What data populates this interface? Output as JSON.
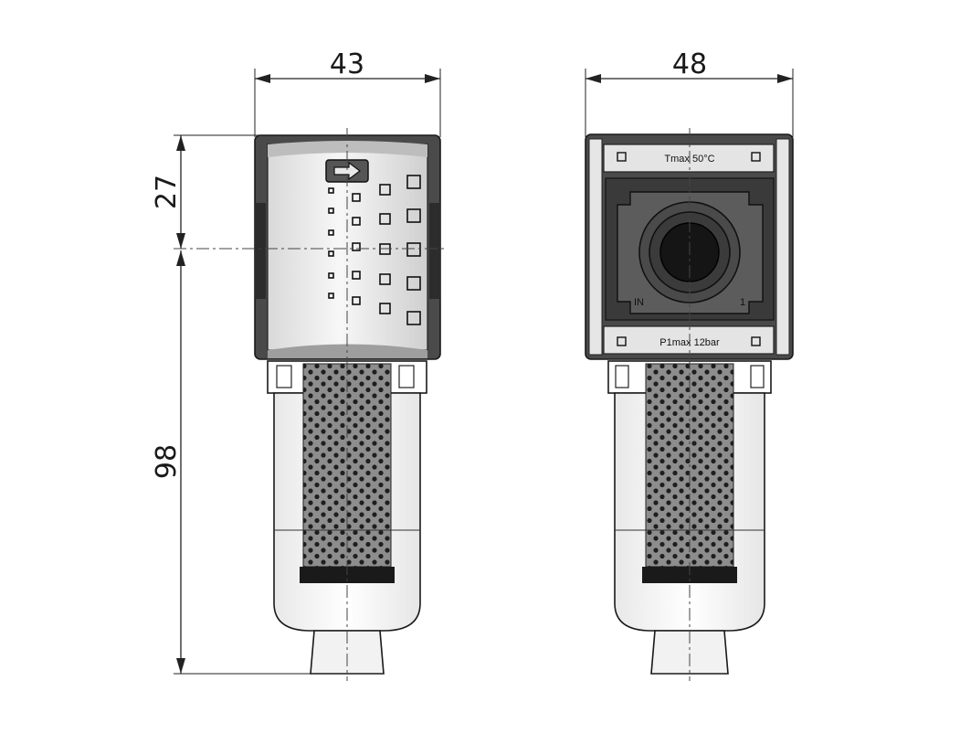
{
  "dimensions": {
    "width_side": "43",
    "width_front": "48",
    "height_top": "27",
    "height_bottom": "98"
  },
  "labels": {
    "temperature": "Tmax 50°C",
    "pressure": "P1max 12bar",
    "port_in": "IN",
    "port_out": "1"
  },
  "colors": {
    "body_dark": "#4a4a4a",
    "body_light": "#d8d8d8",
    "filter_element": "#8a8a8a",
    "drain_band": "#1a1a1a"
  }
}
